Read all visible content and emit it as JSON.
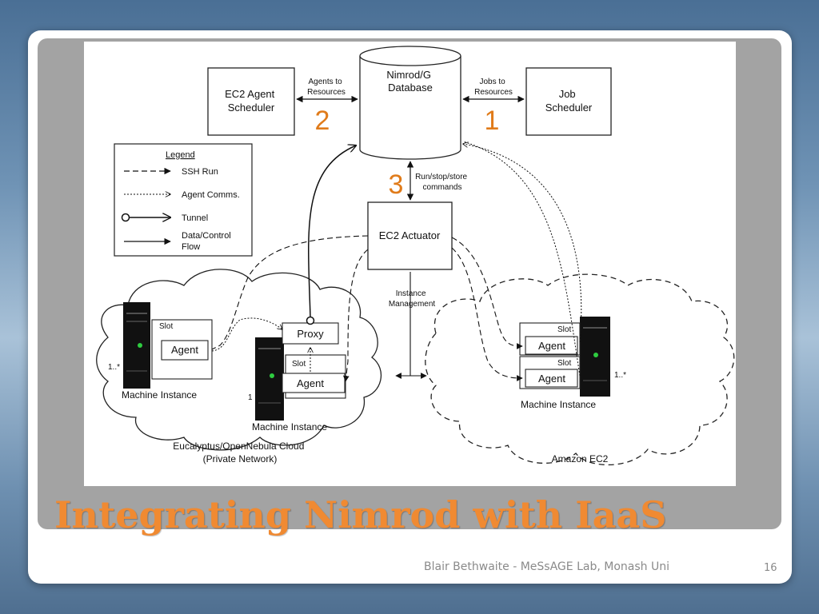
{
  "slide": {
    "title": "Integrating Nimrod with IaaS",
    "footer": "Blair Bethwaite - MeSsAGE Lab, Monash Uni",
    "page_number": "16",
    "title_color": "#f08a32"
  },
  "diagram": {
    "database": [
      "Nimrod/G",
      "Database"
    ],
    "ec2_agent_scheduler": [
      "EC2 Agent",
      "Scheduler"
    ],
    "job_scheduler": [
      "Job",
      "Scheduler"
    ],
    "agents_to_resources": [
      "Agents to",
      "Resources"
    ],
    "jobs_to_resources": [
      "Jobs to",
      "Resources"
    ],
    "run_stop_store": [
      "Run/stop/store",
      "commands"
    ],
    "ec2_actuator": "EC2 Actuator",
    "instance_management": [
      "Instance",
      "Management"
    ],
    "step_numbers": {
      "agents": "2",
      "jobs": "1",
      "commands": "3"
    },
    "legend": {
      "title": "Legend",
      "items": [
        "SSH Run",
        "Agent Comms.",
        "Tunnel",
        "Data/Control",
        "Flow"
      ]
    },
    "private_cloud": {
      "label": [
        "Eucalyptus/OpenNebula Cloud",
        "(Private Network)"
      ],
      "instance_left": {
        "slot": "Slot",
        "agent": "Agent",
        "multiplicity": "1..*",
        "caption": "Machine Instance"
      },
      "instance_proxy": {
        "proxy": "Proxy",
        "slot": "Slot",
        "agent": "Agent",
        "multiplicity": "1",
        "caption": "Machine Instance"
      }
    },
    "amazon_cloud": {
      "label": "Amazon EC2",
      "slot_top": "Slot",
      "agent_top": "Agent",
      "slot_bottom": "Slot",
      "agent_bottom": "Agent",
      "multiplicity": "1..*",
      "caption": "Machine Instance"
    }
  }
}
